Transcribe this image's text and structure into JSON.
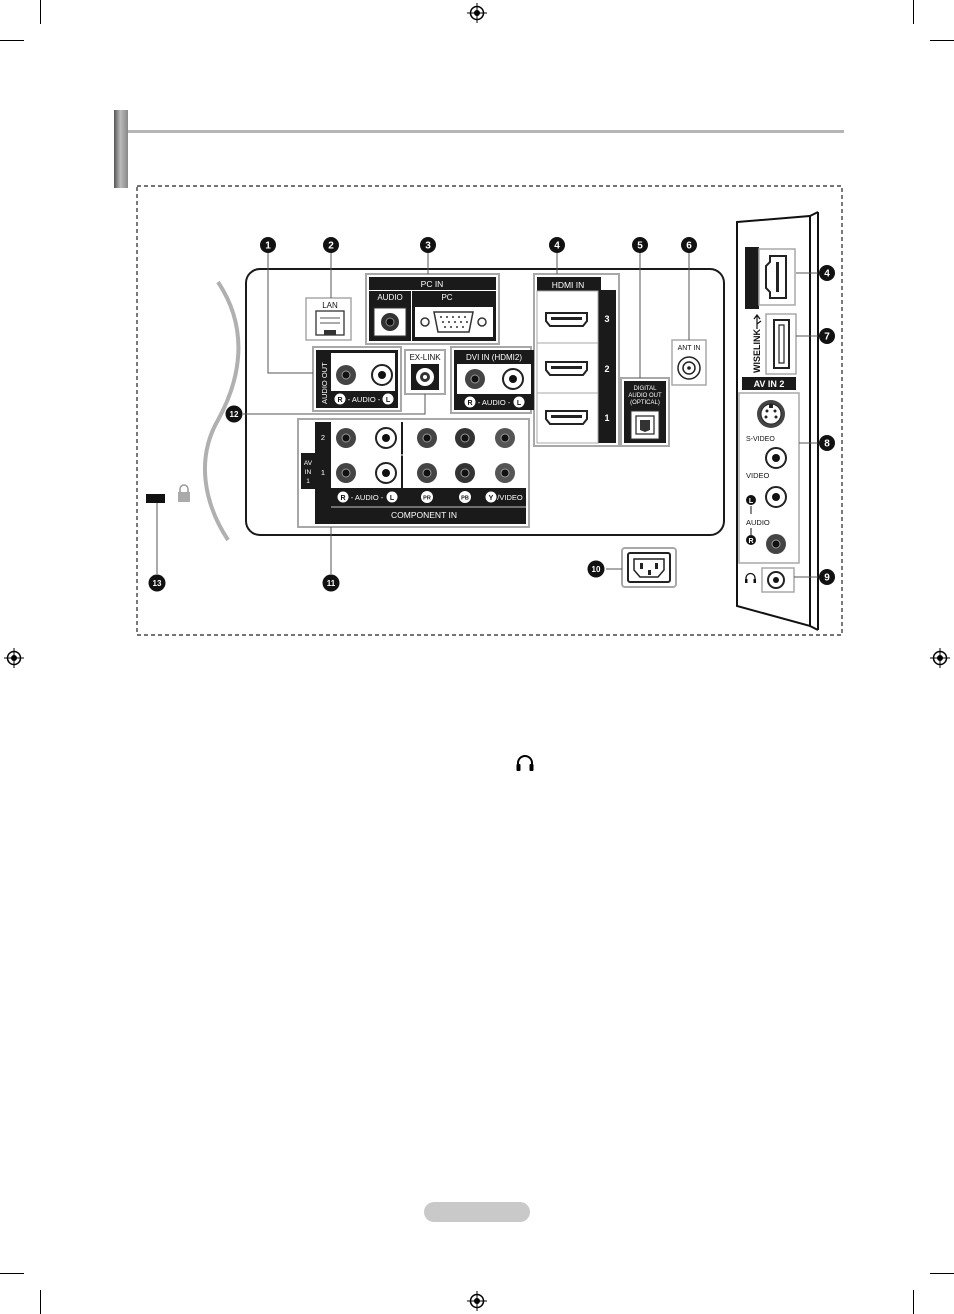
{
  "panel": {
    "labels": {
      "lan": "LAN",
      "pc_in": "PC IN",
      "pc_audio": "AUDIO",
      "pc": "PC",
      "hdmi_in": "HDMI IN",
      "hdmi_3": "3",
      "hdmi_2": "2",
      "hdmi_1": "1",
      "ant_in": "ANT IN",
      "audio_out": "AUDIO OUT",
      "audio_rl": "- AUDIO -",
      "r": "R",
      "l": "L",
      "ex_link": "EX-LINK",
      "dvi_in": "DVI IN (HDMI2)",
      "digital_audio_out": [
        "DIGITAL",
        "AUDIO OUT",
        "(OPTICAL)"
      ],
      "av_in_1": [
        "AV",
        "IN",
        "1"
      ],
      "row_2": "2",
      "row_1": "1",
      "pb": "PB",
      "pr": "PR",
      "y": "Y",
      "video": "/VIDEO",
      "component_in": "COMPONENT IN"
    }
  },
  "side_panel": {
    "labels": {
      "wiselink": "WISELINK",
      "av_in_2": "AV IN 2",
      "s_video": "S-VIDEO",
      "video": "VIDEO",
      "audio": "AUDIO",
      "l": "L",
      "r": "R"
    }
  },
  "callouts": {
    "n1": "1",
    "n2": "2",
    "n3": "3",
    "n4": "4",
    "n5": "5",
    "n6": "6",
    "n7": "7",
    "n8": "8",
    "n9": "9",
    "n10": "10",
    "n11": "11",
    "n12": "12",
    "n13": "13"
  },
  "icons": [
    "registration-mark-icon",
    "headphone-icon",
    "usb-icon",
    "kensington-lock-icon",
    "power-socket-icon"
  ],
  "colors": {
    "panel_dark": "#1a1a1a",
    "frame_gray": "#a8a8a8",
    "jack_dark": "#444444",
    "page_tab": "#c9c9c9"
  }
}
